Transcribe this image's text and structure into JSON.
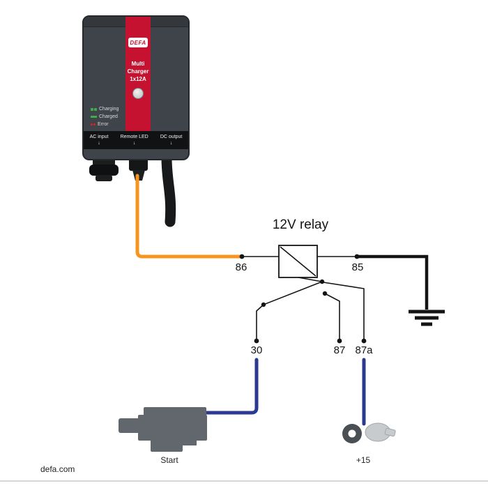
{
  "charger": {
    "logo": "DEFA",
    "model": "Multi\nCharger\n1x12A",
    "leds": [
      {
        "label": "Charging",
        "color": "#3fae49"
      },
      {
        "label": "Charged",
        "color": "#3fae49"
      },
      {
        "label": "Error",
        "color": "#e02020"
      }
    ],
    "ports": [
      {
        "label": "AC input",
        "arrow": "↓"
      },
      {
        "label": "Remote LED",
        "arrow": "↓"
      },
      {
        "label": "DC output",
        "arrow": "↓"
      }
    ]
  },
  "relay": {
    "title": "12V relay",
    "terminals": {
      "coil_left": "86",
      "coil_right": "85",
      "common": "30",
      "normally_open": "87",
      "normally_closed": "87a"
    }
  },
  "connections": {
    "starter_label": "Start",
    "ignition_label": "+15"
  },
  "footer": {
    "brand": "defa.com"
  },
  "colors": {
    "charger_body": "#3f434a",
    "accent_red": "#c41230",
    "wire_orange": "#f7941d",
    "wire_blue": "#2b3990",
    "wire_black": "#141414",
    "starter_gray": "#62676d"
  }
}
